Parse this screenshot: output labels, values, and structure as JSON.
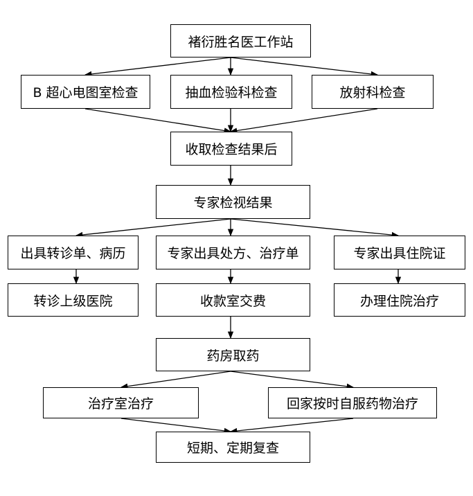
{
  "nodes": {
    "start": "褚衍胜名医工作站",
    "b_ultrasound": "B 超心电图室检查",
    "blood_test": "抽血检验科检查",
    "radiology": "放射科检查",
    "collect_results": "收取检查结果后",
    "expert_review": "专家检视结果",
    "referral_records": "出具转诊单、病历",
    "prescription": "专家出具处方、治疗单",
    "admission_cert": "专家出具住院证",
    "referral_upper": "转诊上级医院",
    "payment": "收款室交费",
    "hospitalization": "办理住院治疗",
    "pharmacy": "药房取药",
    "treatment_room": "治疗室治疗",
    "home_medication": "回家按时自服药物治疗",
    "follow_up": "短期、定期复查"
  }
}
